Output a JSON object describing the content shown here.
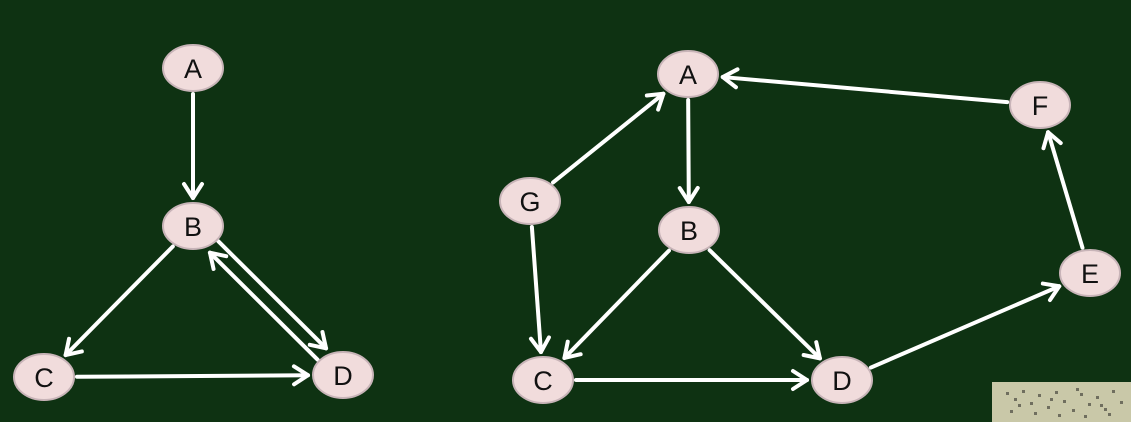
{
  "colors": {
    "background": "#0e3212",
    "node_fill": "#f1dcdc",
    "edge": "#ffffff"
  },
  "graphs": [
    {
      "nodes": [
        {
          "id": "A",
          "label": "A"
        },
        {
          "id": "B",
          "label": "B"
        },
        {
          "id": "C",
          "label": "C"
        },
        {
          "id": "D",
          "label": "D"
        }
      ],
      "edges": [
        {
          "from": "A",
          "to": "B"
        },
        {
          "from": "B",
          "to": "C"
        },
        {
          "from": "B",
          "to": "D"
        },
        {
          "from": "D",
          "to": "B"
        },
        {
          "from": "C",
          "to": "D"
        }
      ]
    },
    {
      "nodes": [
        {
          "id": "A",
          "label": "A"
        },
        {
          "id": "B",
          "label": "B"
        },
        {
          "id": "C",
          "label": "C"
        },
        {
          "id": "D",
          "label": "D"
        },
        {
          "id": "E",
          "label": "E"
        },
        {
          "id": "F",
          "label": "F"
        },
        {
          "id": "G",
          "label": "G"
        }
      ],
      "edges": [
        {
          "from": "A",
          "to": "B"
        },
        {
          "from": "G",
          "to": "A"
        },
        {
          "from": "G",
          "to": "C"
        },
        {
          "from": "B",
          "to": "C"
        },
        {
          "from": "B",
          "to": "D"
        },
        {
          "from": "C",
          "to": "D"
        },
        {
          "from": "D",
          "to": "E"
        },
        {
          "from": "E",
          "to": "F"
        },
        {
          "from": "F",
          "to": "A"
        }
      ]
    }
  ]
}
